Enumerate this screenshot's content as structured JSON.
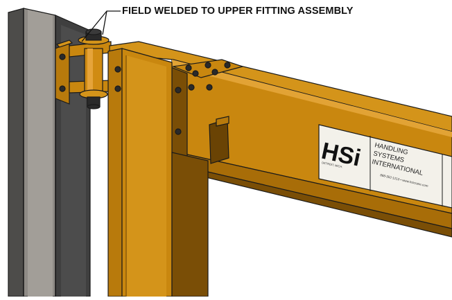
{
  "callout": {
    "text": "FIELD WELDED TO UPPER FITTING ASSEMBLY"
  },
  "label": {
    "logo": "HSi",
    "company_line1": "HANDLING",
    "company_line2": "SYSTEMS",
    "company_line3": "INTERNATIONAL",
    "contact": "888-352-1213 • www.hsicrane.com",
    "small_text": "DETROIT, MICH."
  },
  "colors": {
    "beam_orange": "#c9870f",
    "beam_dark": "#7a4e06",
    "column_gray": "#8d8a86",
    "column_dark": "#4a4a4a",
    "outline": "#1a1a1a",
    "hardware": "#2a2a2a"
  }
}
